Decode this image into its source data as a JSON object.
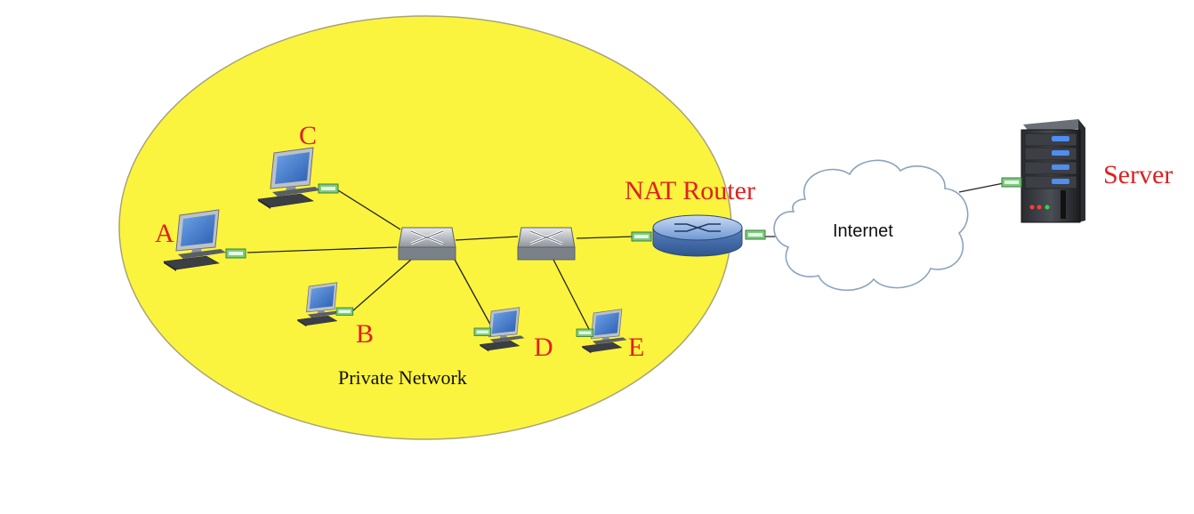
{
  "labels": {
    "host_a": "A",
    "host_b": "B",
    "host_c": "C",
    "host_d": "D",
    "host_e": "E",
    "nat_router": "NAT Router",
    "server": "Server",
    "internet": "Internet",
    "private_network": "Private Network"
  },
  "colors": {
    "private_network_fill": "#fbf43e",
    "host_label": "#e02020",
    "port": "#7ccd7c",
    "router": "#5b86c4"
  },
  "icons": {
    "host": "desktop-computer-icon",
    "switch": "switch-icon",
    "router": "router-icon",
    "cloud": "cloud-icon",
    "server": "server-tower-icon"
  }
}
